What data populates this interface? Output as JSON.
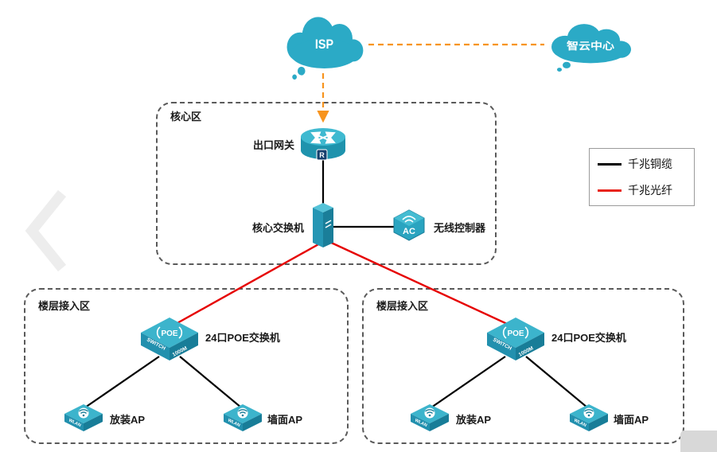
{
  "diagram": {
    "clouds": {
      "isp": {
        "label": "ISP",
        "icon": "cloud-icon"
      },
      "cloud_center": {
        "label": "智云中心",
        "icon": "cloud-icon"
      }
    },
    "zones": {
      "core": {
        "label": "核心区"
      },
      "floor_left": {
        "label": "楼层接入区"
      },
      "floor_right": {
        "label": "楼层接入区"
      }
    },
    "devices": {
      "gateway": {
        "label": "出口网关",
        "icon": "router-icon",
        "badge": "R"
      },
      "core_switch": {
        "label": "核心交换机",
        "icon": "core-switch-icon"
      },
      "ac_controller": {
        "label": "无线控制器",
        "icon": "ac-controller-icon",
        "icon_text": "AC"
      },
      "poe_switch_left": {
        "label": "24口POE交换机",
        "icon": "poe-switch-icon",
        "text_top": "POE",
        "text_left": "SWITCH",
        "text_right": "1000M"
      },
      "poe_switch_right": {
        "label": "24口POE交换机",
        "icon": "poe-switch-icon",
        "text_top": "POE",
        "text_left": "SWITCH",
        "text_right": "1000M"
      },
      "ap_left_1": {
        "label": "放装AP",
        "icon": "ap-icon",
        "icon_text": "WLAN"
      },
      "ap_left_2": {
        "label": "墙面AP",
        "icon": "ap-icon",
        "icon_text": "WLAN"
      },
      "ap_right_1": {
        "label": "放装AP",
        "icon": "ap-icon",
        "icon_text": "WLAN"
      },
      "ap_right_2": {
        "label": "墙面AP",
        "icon": "ap-icon",
        "icon_text": "WLAN"
      }
    },
    "links": [
      {
        "from": "isp",
        "to": "cloud_center",
        "type": "dashed-orange"
      },
      {
        "from": "isp",
        "to": "gateway",
        "type": "dashed-orange-arrow"
      },
      {
        "from": "gateway",
        "to": "core_switch",
        "type": "copper"
      },
      {
        "from": "core_switch",
        "to": "ac_controller",
        "type": "copper"
      },
      {
        "from": "core_switch",
        "to": "poe_switch_left",
        "type": "fiber"
      },
      {
        "from": "core_switch",
        "to": "poe_switch_right",
        "type": "fiber"
      },
      {
        "from": "poe_switch_left",
        "to": "ap_left_1",
        "type": "copper"
      },
      {
        "from": "poe_switch_left",
        "to": "ap_left_2",
        "type": "copper"
      },
      {
        "from": "poe_switch_right",
        "to": "ap_right_1",
        "type": "copper"
      },
      {
        "from": "poe_switch_right",
        "to": "ap_right_2",
        "type": "copper"
      }
    ],
    "legend": {
      "items": [
        {
          "label": "千兆铜缆",
          "color": "#000000"
        },
        {
          "label": "千兆光纤",
          "color": "#e8231a"
        }
      ]
    },
    "colors": {
      "device_teal": "#2baac6",
      "link_orange": "#f7941e",
      "link_red": "#e60000",
      "link_black": "#000000"
    }
  }
}
